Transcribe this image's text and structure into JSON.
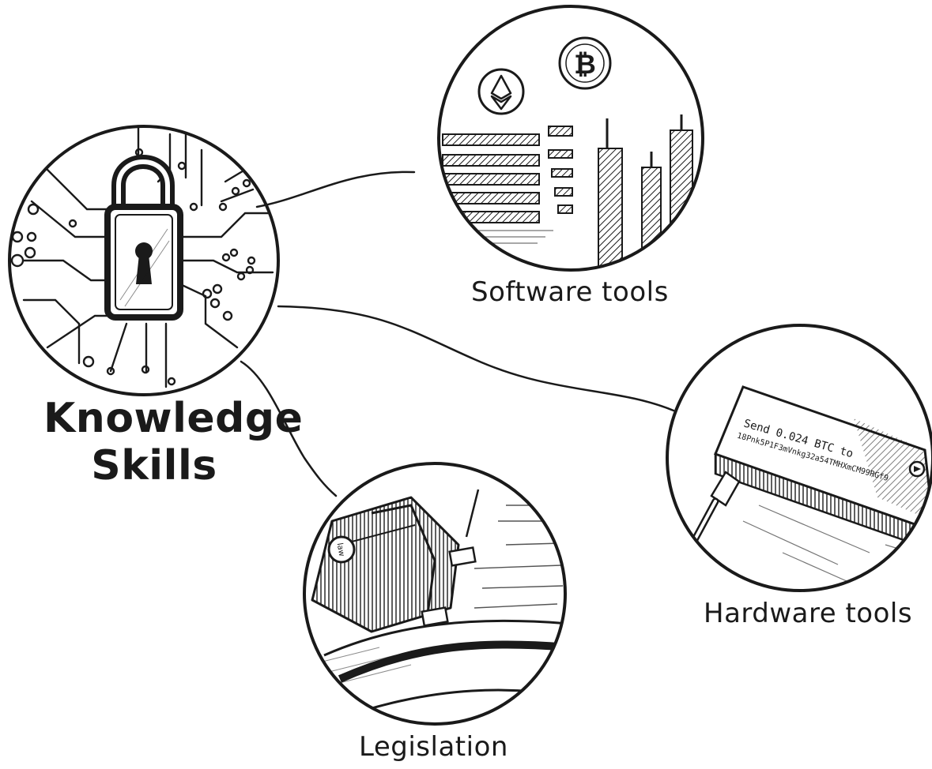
{
  "hub": {
    "line1": "Knowledge",
    "line2": "Skills",
    "icon": "padlock-circuit-icon"
  },
  "nodes": [
    {
      "label": "Software tools",
      "icon": "crypto-charts-icon"
    },
    {
      "label": "Hardware tools",
      "icon": "hardware-wallet-icon"
    },
    {
      "label": "Legislation",
      "icon": "law-padlock-icon"
    }
  ],
  "hardware_screen": {
    "line1": "Send 0.024 BTC to",
    "line2": "18Pnk5P1F3mVnkg32a54TMHXmCM99RGf9"
  },
  "legislation_padlock_text": "law",
  "colors": {
    "ink": "#1a1a1a",
    "background": "#ffffff"
  }
}
